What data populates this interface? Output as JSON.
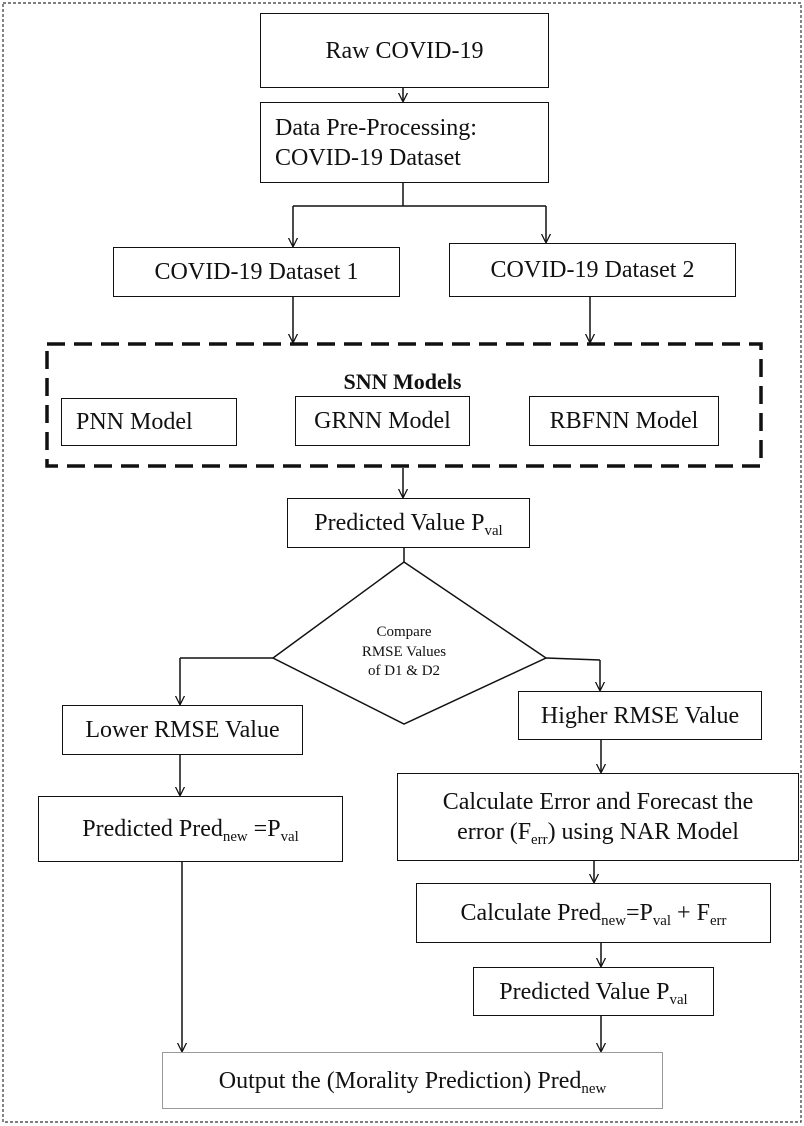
{
  "raw": "Raw COVID-19",
  "preprocess": {
    "line1": "Data Pre-Processing:",
    "line2": "COVID-19 Dataset"
  },
  "dataset1": "COVID-19 Dataset 1",
  "dataset2": "COVID-19 Dataset 2",
  "snn": {
    "title": "SNN Models",
    "pnn": "PNN Model",
    "grnn": "GRNN Model",
    "rbfnn": "RBFNN Model"
  },
  "predicted_value": {
    "text": "Predicted Value P",
    "sub": "val"
  },
  "compare": {
    "line1": "Compare",
    "line2": "RMSE Values",
    "line3": "of D1 & D2"
  },
  "lower": "Lower RMSE Value",
  "higher": "Higher RMSE Value",
  "predicted_new": {
    "pre": "Predicted Pred",
    "sub1": "new",
    "mid": " =P",
    "sub2": "val"
  },
  "calc_error": {
    "line1": "Calculate Error and Forecast the",
    "pre": "error (F",
    "sub": "err",
    "post": ") using NAR Model"
  },
  "calc_pred": {
    "pre": "Calculate Pred",
    "sub1": "new",
    "mid": "=P",
    "sub2": "val",
    "mid2": " + F",
    "sub3": "err"
  },
  "predicted_value_2": {
    "text": "Predicted Value P",
    "sub": "val"
  },
  "output": {
    "text": "Output the (Morality Prediction) Pred",
    "sub": "new"
  }
}
